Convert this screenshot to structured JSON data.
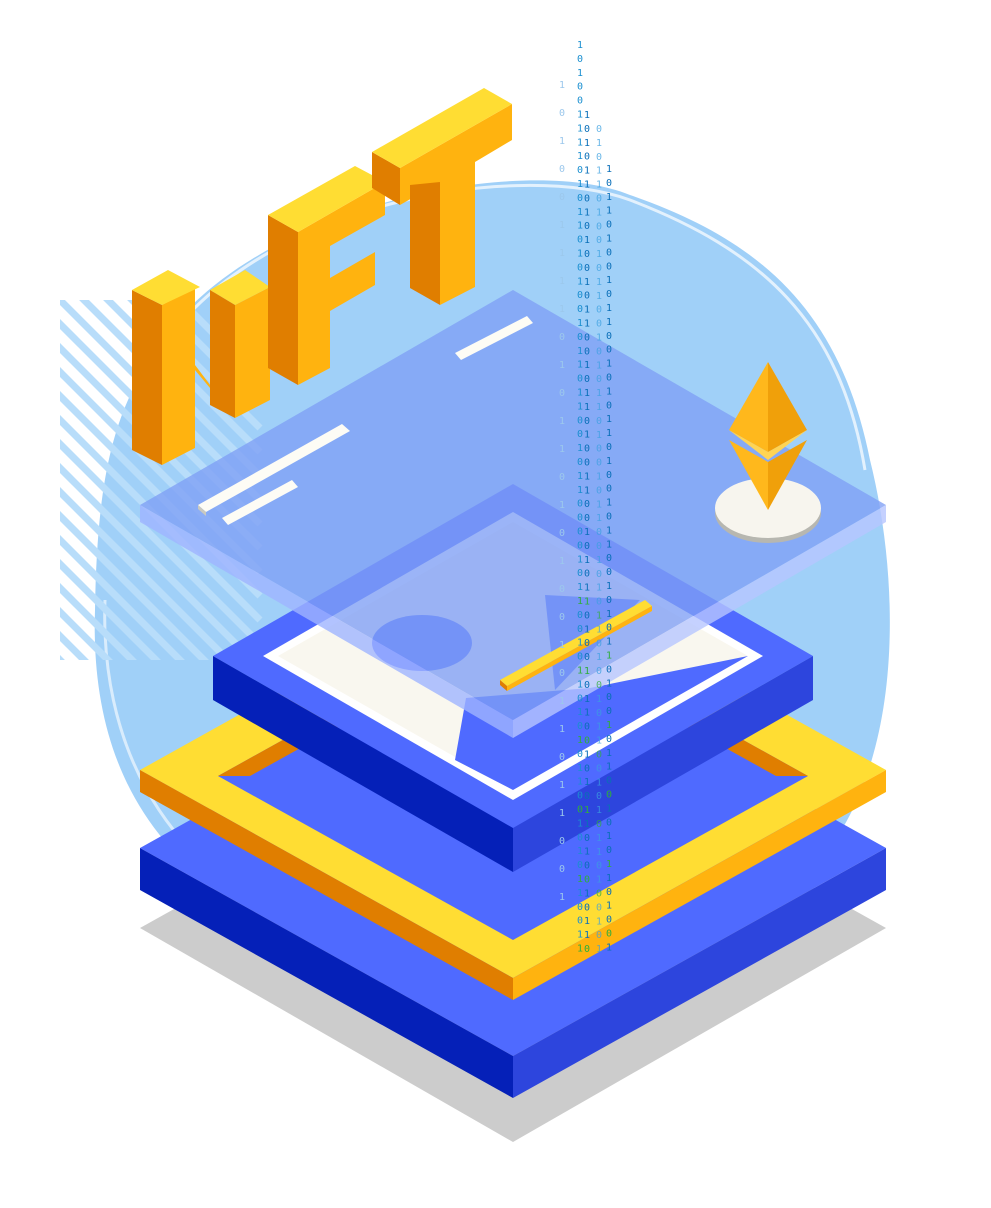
{
  "illustration": {
    "word": [
      "N",
      "F",
      "T"
    ],
    "binary_strings": [
      "10100111101011010100101101100101100001011001011010101100101011001101001011001010100",
      "1010110101001011001011010011001010110100101100101011010010110010101101001011001",
      "0101101001011001010110100101100101011010010110010101101001011001010110100101",
      "1011010010110010101101001011001010110100101100101011010010110010101101001011"
    ],
    "colors": {
      "blob": "#a0d0f8",
      "yellow_top": "#ffdd33",
      "yellow_side": "#ffb30f",
      "orange_side": "#e07e00",
      "blue_top": "#4f6aff",
      "blue_left": "#0520b8",
      "blue_right": "#2d45dd",
      "glass": "#7f9ff5",
      "shadow": "#cccccc",
      "eth_light": "#ffb81c",
      "eth_dark": "#f0a00a",
      "stand": "#f7f5ee"
    },
    "icons": [
      "ethereum-icon",
      "image-icon"
    ]
  }
}
